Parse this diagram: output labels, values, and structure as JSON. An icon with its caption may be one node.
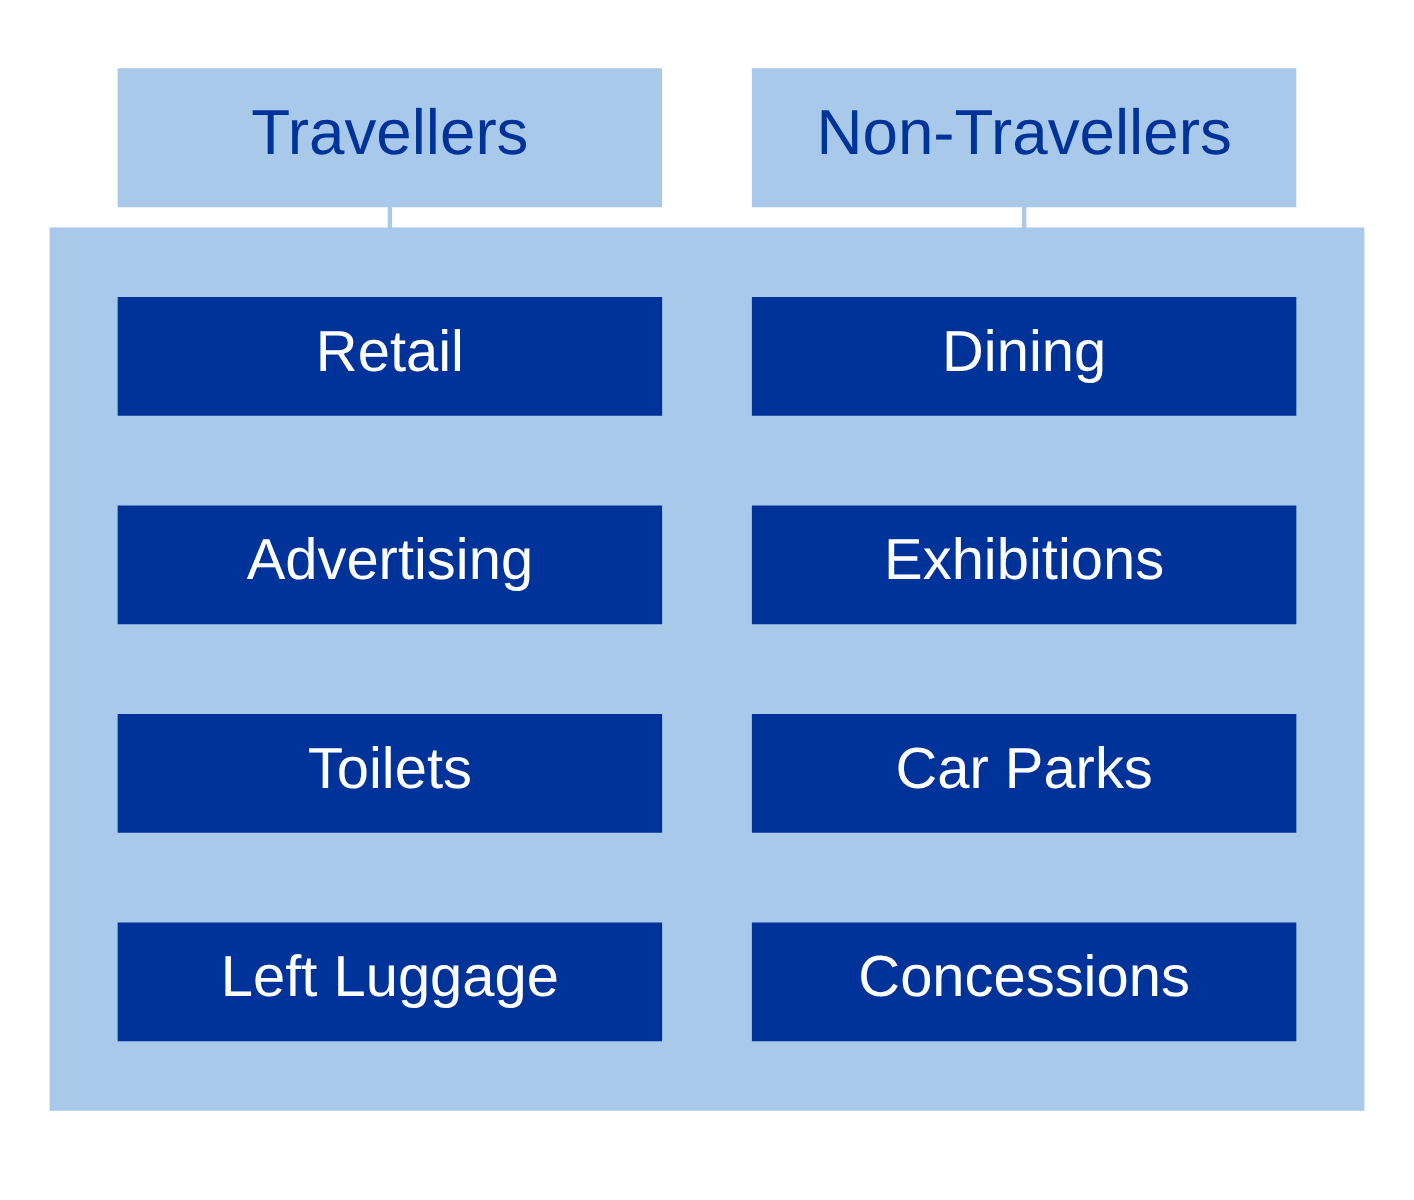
{
  "diagram": {
    "nodes": [
      {
        "text": [
          "Travellers"
        ]
      },
      {
        "text": [
          "Non-Travellers"
        ]
      },
      {
        "text": [],
        "shape": "box"
      },
      {
        "text": [
          "Retail"
        ],
        "in": 2
      },
      {
        "text": [
          "Dining"
        ],
        "in": 2
      },
      {
        "text": [
          "Advertising"
        ],
        "in": 2
      },
      {
        "text": [
          "Exhibitions"
        ],
        "in": 2
      },
      {
        "text": [
          "Toilets"
        ],
        "in": 2
      },
      {
        "text": [
          "Car Parks"
        ],
        "in": 2
      },
      {
        "text": [
          "Left Luggage"
        ],
        "in": 2
      },
      {
        "text": [
          "Concessions"
        ],
        "in": 2
      }
    ],
    "edges": [
      {
        "from": 0,
        "to": 2,
        "arrow": "none"
      },
      {
        "from": 1,
        "to": 2,
        "arrow": "none"
      }
    ]
  }
}
